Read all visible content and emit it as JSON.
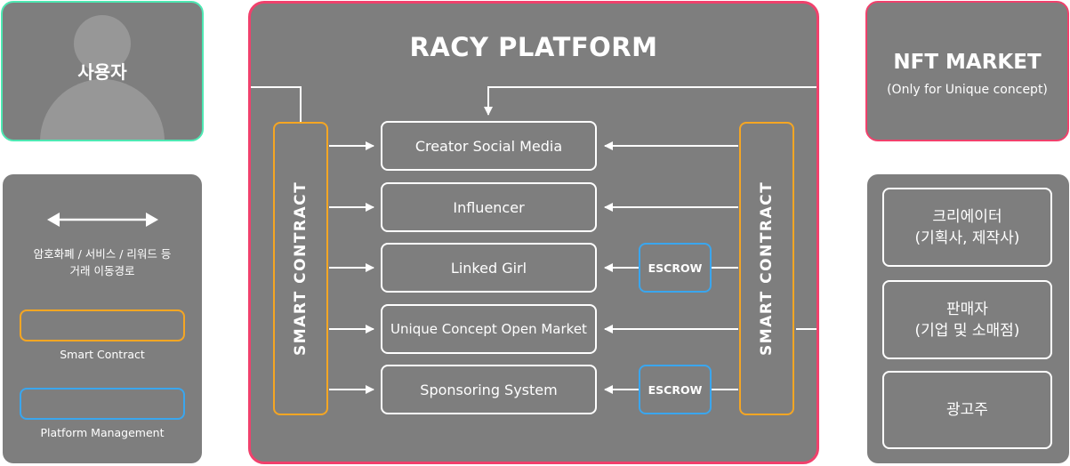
{
  "user": {
    "label": "사용자"
  },
  "legend": {
    "route_text": "암호화폐 / 서비스 / 리워드 등\n거래 이동경로",
    "smart_contract_label": "Smart Contract",
    "platform_management_label": "Platform Management"
  },
  "platform": {
    "title": "RACY PLATFORM",
    "smart_contract_left": "SMART CONTRACT",
    "smart_contract_right": "SMART CONTRACT",
    "services": [
      "Creator Social Media",
      "Influencer",
      "Linked Girl",
      "Unique Concept Open Market",
      "Sponsoring System"
    ],
    "escrow_1": "ESCROW",
    "escrow_2": "ESCROW"
  },
  "nft_market": {
    "title": "NFT MARKET",
    "subtitle": "(Only for Unique concept)"
  },
  "roles": [
    "크리에이터\n(기획사, 제작사)",
    "판매자\n(기업 및 소매점)",
    "광고주"
  ],
  "colors": {
    "panel": "#7e7e7e",
    "user_border": "#4ee8b3",
    "platform_border": "#f0416c",
    "smart_contract": "#f5a623",
    "platform_management": "#3aa6ee",
    "line": "#ffffff"
  }
}
